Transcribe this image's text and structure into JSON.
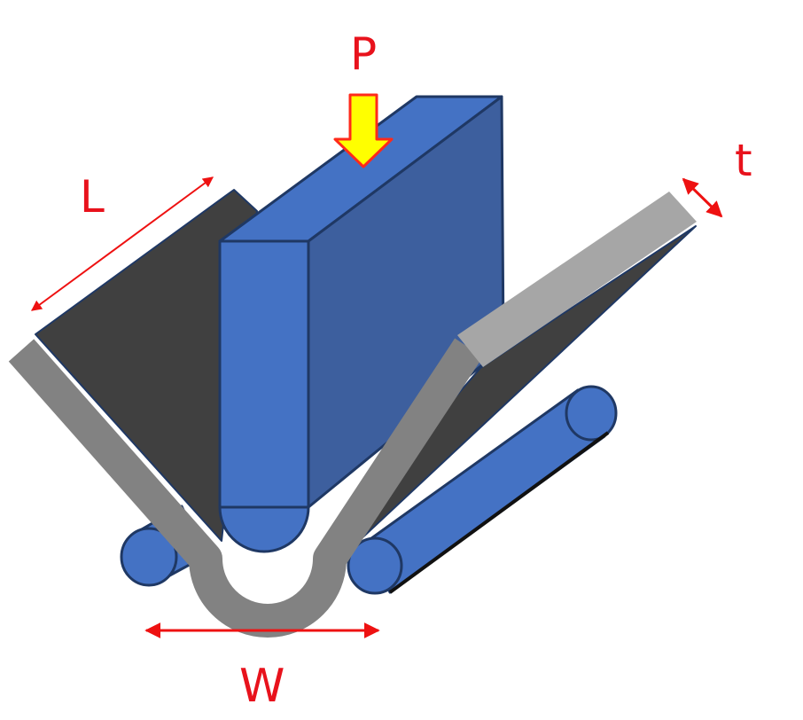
{
  "labels": {
    "force": "P",
    "length": "L",
    "thickness": "t",
    "width": "W"
  },
  "colors": {
    "label": "#e8121c",
    "dimension_arrow": "#ee1111",
    "force_arrow_fill": "#ffff00",
    "force_arrow_stroke": "#ff2a1a",
    "punch_blue": "#4472c4",
    "punch_side": "#3d5f9e",
    "outline": "#1f3864",
    "sheet_gray": "#828282",
    "sheet_edge": "#a6a6a6",
    "sheet_dark_face": "#404040"
  }
}
